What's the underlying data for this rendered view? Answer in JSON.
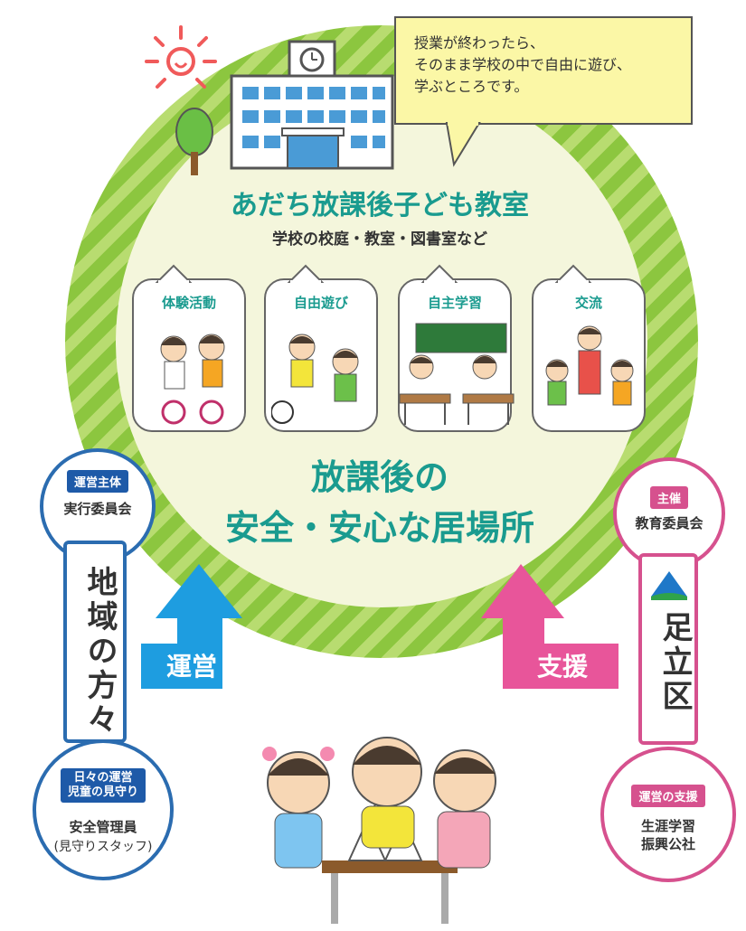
{
  "bubble": {
    "line1": "授業が終わったら、",
    "line2": "そのまま学校の中で自由に遊び、",
    "line3": "学ぶところです。"
  },
  "title": "あだち放課後子ども教室",
  "subtitle": "学校の校庭・教室・図書室など",
  "activities": [
    "体験活動",
    "自由遊び",
    "自主学習",
    "交流"
  ],
  "main": {
    "line1": "放課後の",
    "line2": "安全・安心な居場所"
  },
  "left": {
    "top_badge": "運営主体",
    "top_name": "実行委員会",
    "vertical": "地域の方々",
    "arrow_label": "運営",
    "bottom_badge_line1": "日々の運営",
    "bottom_badge_line2": "児童の見守り",
    "bottom_name": "安全管理員",
    "bottom_sub": "(見守りスタッフ)"
  },
  "right": {
    "top_badge": "主催",
    "top_name": "教育委員会",
    "vertical": "足立区",
    "arrow_label": "支援",
    "bottom_badge": "運営の支援",
    "bottom_name_line1": "生涯学習",
    "bottom_name_line2": "振興公社"
  },
  "colors": {
    "teal": "#1a9b8f",
    "blue": "#1e9de0",
    "pink": "#e8559a",
    "green": "#8cc63f"
  }
}
